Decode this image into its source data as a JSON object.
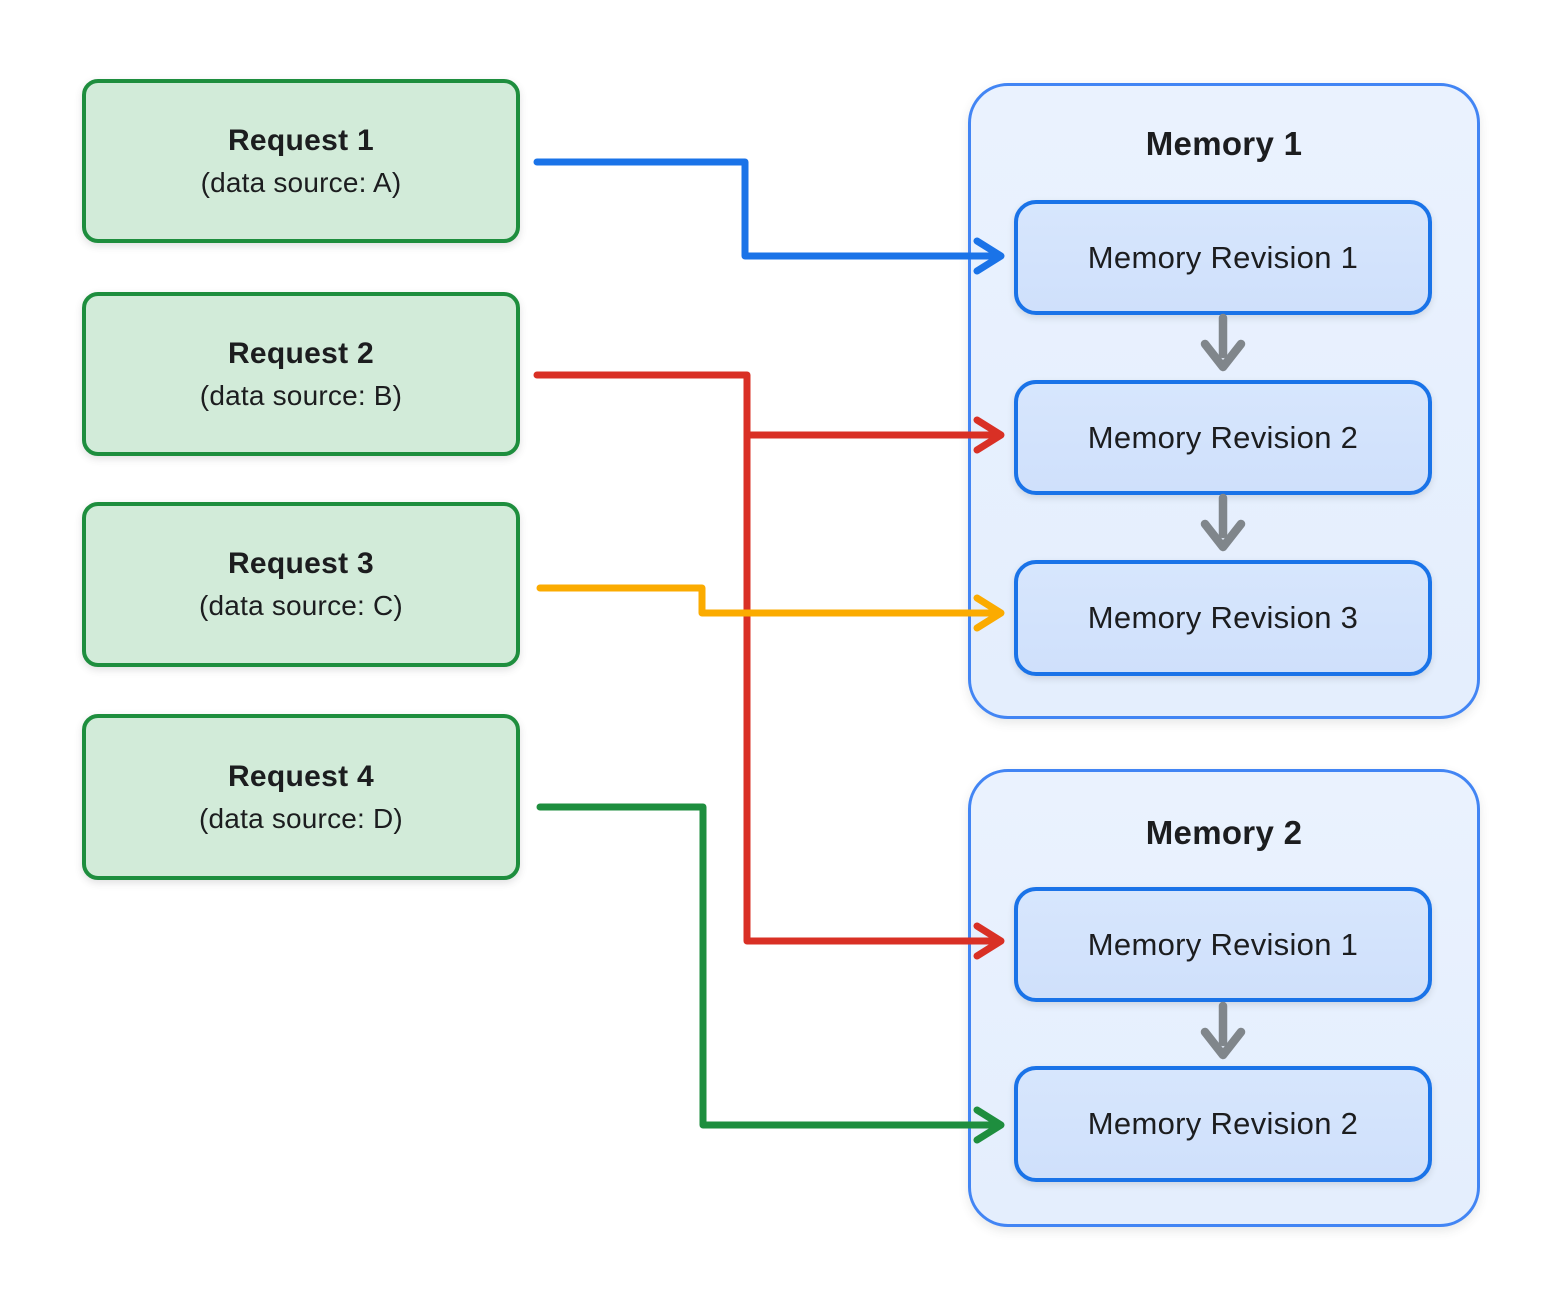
{
  "diagram": {
    "description": "Requests mapped to memory revisions"
  },
  "requests": [
    {
      "title": "Request 1",
      "subtitle": "(data source: A)"
    },
    {
      "title": "Request 2",
      "subtitle": "(data source: B)"
    },
    {
      "title": "Request 3",
      "subtitle": "(data source: C)"
    },
    {
      "title": "Request 4",
      "subtitle": "(data source: D)"
    }
  ],
  "memories": [
    {
      "title": "Memory 1",
      "revisions": [
        "Memory Revision 1",
        "Memory Revision 2",
        "Memory Revision 3"
      ]
    },
    {
      "title": "Memory 2",
      "revisions": [
        "Memory Revision 1",
        "Memory Revision 2"
      ]
    }
  ],
  "connections": [
    {
      "from": "Request 1",
      "to": "Memory 1 / Memory Revision 1",
      "color": "blue"
    },
    {
      "from": "Request 2",
      "to": "Memory 1 / Memory Revision 2",
      "color": "red"
    },
    {
      "from": "Request 2",
      "to": "Memory 2 / Memory Revision 1",
      "color": "red"
    },
    {
      "from": "Request 3",
      "to": "Memory 1 / Memory Revision 3",
      "color": "yellow"
    },
    {
      "from": "Request 4",
      "to": "Memory 2 / Memory Revision 2",
      "color": "green"
    }
  ],
  "colors": {
    "background": "#ffffff",
    "text": "#1c1d1f",
    "request_fill": "#d2ebd9",
    "request_border": "#1e8e3e",
    "memory_fill": "#e8f0fe",
    "memory_border": "#4285f4",
    "revision_fill": "#d2e3fc",
    "revision_border": "#1a73e8",
    "arrow_blue": "#1a73e8",
    "arrow_red": "#d93025",
    "arrow_yellow": "#fbab00",
    "arrow_green": "#1e8e3e",
    "arrow_gray": "#80868b"
  }
}
